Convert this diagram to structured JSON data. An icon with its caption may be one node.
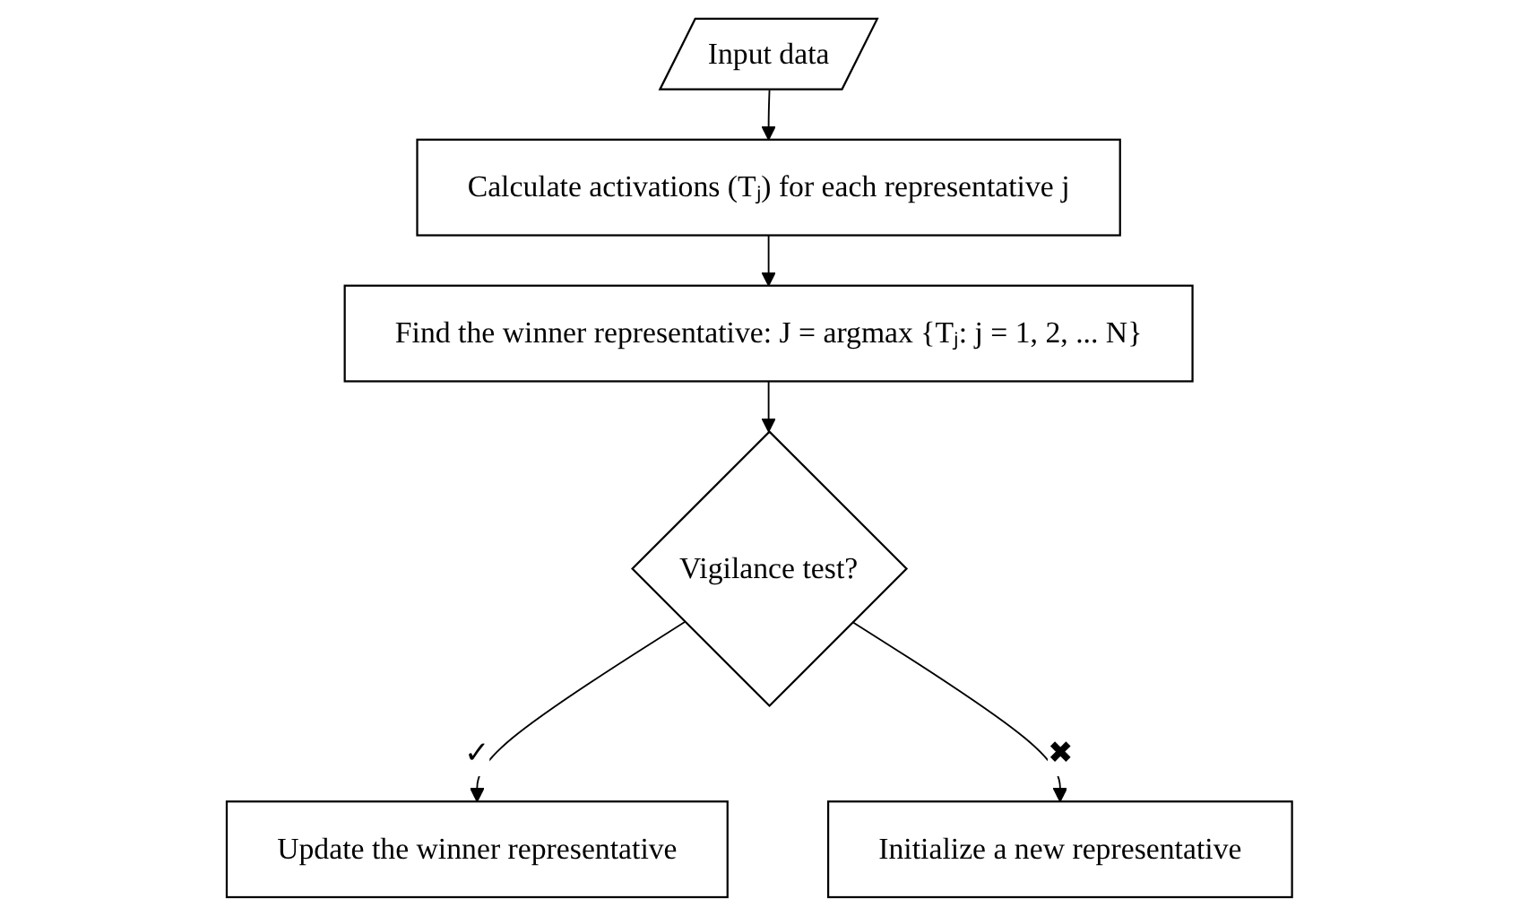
{
  "diagram": {
    "nodes": [
      {
        "text": [
          "Input data"
        ]
      },
      {
        "text": [
          "Calculate activations (Tⱼ) for each representative j"
        ]
      },
      {
        "text": [
          "Find the winner representative: J = argmax {Tⱼ: j = 1, 2, ... N}"
        ]
      },
      {
        "text": [
          "Vigilance test?"
        ]
      },
      {
        "text": [
          "Update the winner representative"
        ]
      },
      {
        "text": [
          "Initialize a new representative"
        ]
      }
    ],
    "edges": [
      {
        "from": 0,
        "to": 1,
        "arrow": "to"
      },
      {
        "from": 1,
        "to": 2,
        "arrow": "to"
      },
      {
        "from": 2,
        "to": 3,
        "arrow": "to"
      },
      {
        "from": 3,
        "to": 4,
        "arrow": "to",
        "label": "✓"
      },
      {
        "from": 3,
        "to": 5,
        "arrow": "to",
        "label": "✖"
      }
    ]
  }
}
